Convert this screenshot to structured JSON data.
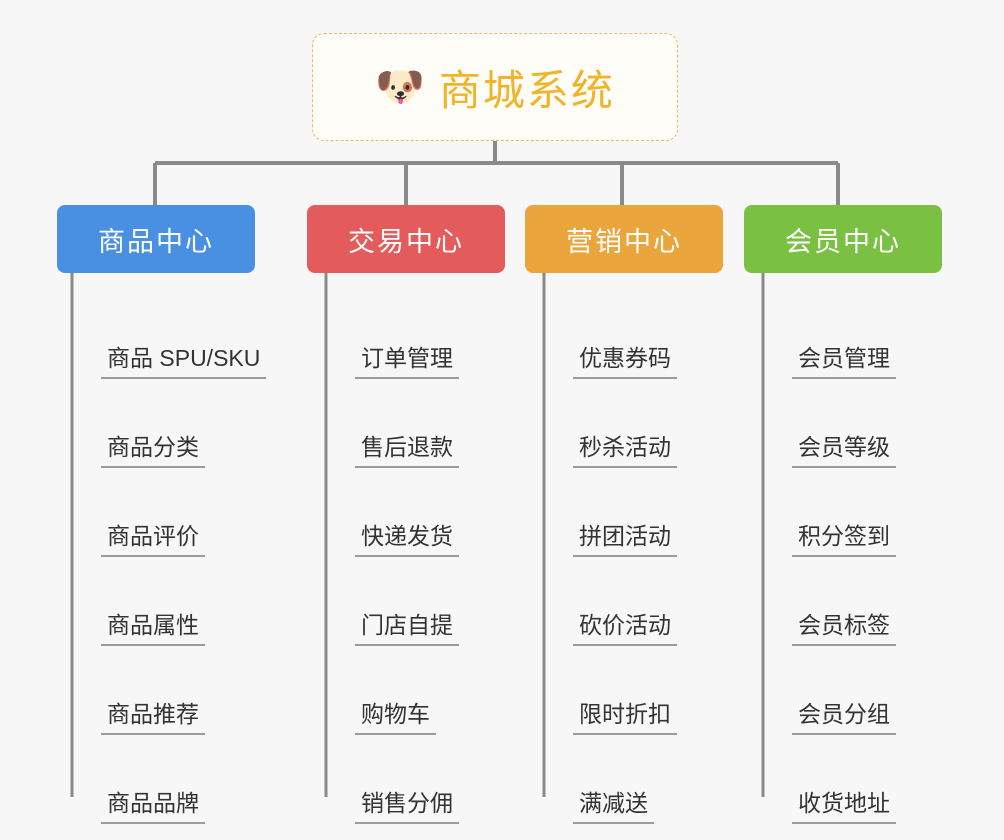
{
  "diagram": {
    "type": "org-chart",
    "background_color": "#f7f7f7",
    "root": {
      "title": "商城系统",
      "icon": "shiba-dog-face-emoji",
      "emoji": "🐶",
      "text_color": "#f0b429",
      "border_color": "#e8b96a",
      "background_color": "#fffdf8"
    },
    "columns": [
      {
        "id": "product-center",
        "label": "商品中心",
        "color": "#4a90e2",
        "items": [
          "商品 SPU/SKU",
          "商品分类",
          "商品评价",
          "商品属性",
          "商品推荐",
          "商品品牌"
        ]
      },
      {
        "id": "trade-center",
        "label": "交易中心",
        "color": "#e35b5b",
        "items": [
          "订单管理",
          "售后退款",
          "快递发货",
          "门店自提",
          "购物车",
          "销售分佣"
        ]
      },
      {
        "id": "marketing-center",
        "label": "营销中心",
        "color": "#eaa63c",
        "items": [
          "优惠券码",
          "秒杀活动",
          "拼团活动",
          "砍价活动",
          "限时折扣",
          "满减送"
        ]
      },
      {
        "id": "member-center",
        "label": "会员中心",
        "color": "#7ac143",
        "items": [
          "会员管理",
          "会员等级",
          "积分签到",
          "会员标签",
          "会员分组",
          "收货地址"
        ]
      }
    ],
    "connector_color": "#8a8a8a",
    "item_underline_color": "#9b9b9b"
  }
}
